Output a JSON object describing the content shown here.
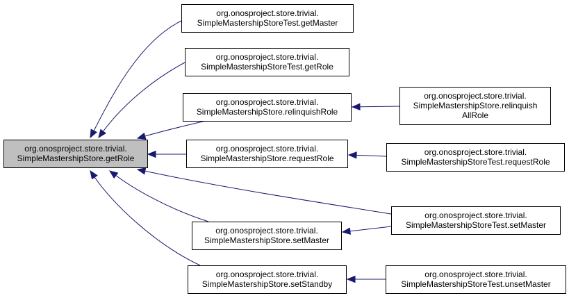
{
  "colors": {
    "root_fill": "#bfbfbf",
    "node_fill": "#ffffff",
    "edge": "#191970",
    "border": "#000000"
  },
  "nodes": [
    {
      "id": "n_getrole_root",
      "lines": [
        "org.onosproject.store.trivial.",
        "SimpleMastershipStore.getRole"
      ],
      "root": true
    },
    {
      "id": "n_test_getmaster",
      "lines": [
        "org.onosproject.store.trivial.",
        "SimpleMastershipStoreTest.getMaster"
      ]
    },
    {
      "id": "n_test_getrole",
      "lines": [
        "org.onosproject.store.trivial.",
        "SimpleMastershipStoreTest.getRole"
      ]
    },
    {
      "id": "n_relinquishrole",
      "lines": [
        "org.onosproject.store.trivial.",
        "SimpleMastershipStore.relinquishRole"
      ]
    },
    {
      "id": "n_relinquishallrole",
      "lines": [
        "org.onosproject.store.trivial.",
        "SimpleMastershipStore.relinquish",
        "AllRole"
      ]
    },
    {
      "id": "n_requestrole",
      "lines": [
        "org.onosproject.store.trivial.",
        "SimpleMastershipStore.requestRole"
      ]
    },
    {
      "id": "n_test_requestrole",
      "lines": [
        "org.onosproject.store.trivial.",
        "SimpleMastershipStoreTest.requestRole"
      ]
    },
    {
      "id": "n_test_setmaster",
      "lines": [
        "org.onosproject.store.trivial.",
        "SimpleMastershipStoreTest.setMaster"
      ]
    },
    {
      "id": "n_setmaster",
      "lines": [
        "org.onosproject.store.trivial.",
        "SimpleMastershipStore.setMaster"
      ]
    },
    {
      "id": "n_setstandby",
      "lines": [
        "org.onosproject.store.trivial.",
        "SimpleMastershipStore.setStandby"
      ]
    },
    {
      "id": "n_test_unsetmaster",
      "lines": [
        "org.onosproject.store.trivial.",
        "SimpleMastershipStoreTest.unsetMaster"
      ]
    }
  ],
  "edges": [
    {
      "from": "n_test_getmaster",
      "to": "n_getrole_root"
    },
    {
      "from": "n_test_getrole",
      "to": "n_getrole_root"
    },
    {
      "from": "n_relinquishrole",
      "to": "n_getrole_root"
    },
    {
      "from": "n_requestrole",
      "to": "n_getrole_root"
    },
    {
      "from": "n_test_setmaster",
      "to": "n_getrole_root"
    },
    {
      "from": "n_setmaster",
      "to": "n_getrole_root"
    },
    {
      "from": "n_setstandby",
      "to": "n_getrole_root"
    },
    {
      "from": "n_relinquishallrole",
      "to": "n_relinquishrole"
    },
    {
      "from": "n_test_requestrole",
      "to": "n_requestrole"
    },
    {
      "from": "n_test_setmaster",
      "to": "n_setmaster"
    },
    {
      "from": "n_test_unsetmaster",
      "to": "n_setstandby"
    }
  ]
}
